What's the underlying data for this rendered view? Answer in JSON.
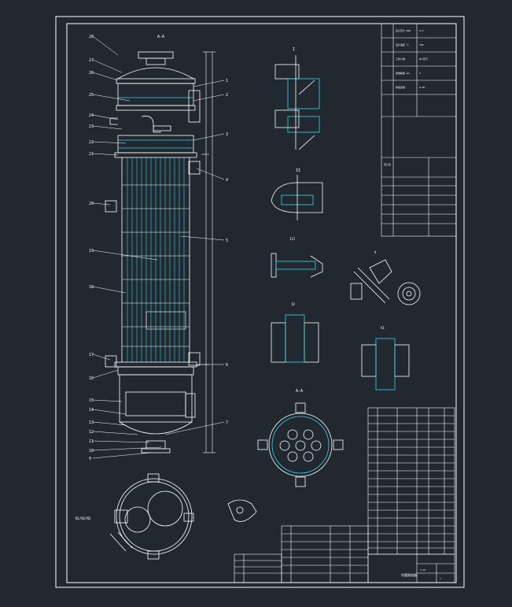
{
  "app": {
    "background": "#212830",
    "ink": "#ffffff",
    "accent": "#37d6e6",
    "warn": "#ffd400",
    "red": "#e23b3b"
  },
  "drawing": {
    "section_labels": {
      "detail_a": "I",
      "detail_b": "II",
      "detail_c": "III",
      "detail_d": "IV",
      "detail_e": "V",
      "detail_f": "VI",
      "section_aa": "A-A"
    },
    "main_label_top": "A-A",
    "title_block": {
      "drawing_title": "列管换热器",
      "scale": "1:10",
      "sheet": "1"
    }
  }
}
